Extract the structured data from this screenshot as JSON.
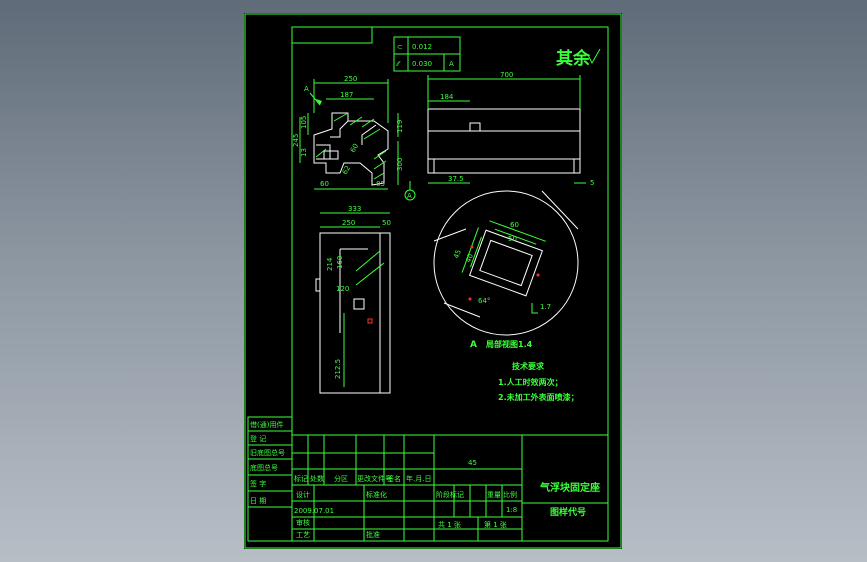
{
  "colors": {
    "background": "#000000",
    "line": "#3bff3b",
    "outline": "#ffffff",
    "hatch": "#ff3030"
  },
  "roughness_symbol": "其余",
  "tolerance": {
    "row1_symbol": "⊂",
    "row1_value": "0.012",
    "row2_symbol": "⁄⁄",
    "row2_value": "0.030",
    "row2_datum": "A"
  },
  "front_view": {
    "dim_top": "250",
    "dim_187": "187",
    "dim_105": "105",
    "dim_245": "245",
    "dim_13": "13",
    "dim_119": "119",
    "dim_300": "300",
    "dim_60": "60",
    "dim_85": "85",
    "dim_62": "62",
    "dim_bottom": "60",
    "label_A": "A",
    "datum_A": "A"
  },
  "side_view": {
    "dim_700": "700",
    "dim_184": "184",
    "dim_37": "37.5",
    "dim_5": "5"
  },
  "top_view": {
    "dim_333": "333",
    "dim_250": "250",
    "dim_50": "50",
    "dim_214": "214",
    "dim_160": "160",
    "dim_120": "120",
    "dim_212": "212.5"
  },
  "detail": {
    "dim_60": "60",
    "dim_50": "50",
    "dim_45": "45",
    "dim_40": "40",
    "dim_angle": "64°",
    "dim_17": "1.7",
    "caption_letter": "A",
    "caption": "局部视图1.4"
  },
  "tech_req": {
    "title": "技术要求",
    "line1": "1.人工时效两次；",
    "line2": "2.未加工外表面喷漆；"
  },
  "side_box": {
    "r1": "借(通)用件",
    "r2": "登 记",
    "r3": "旧底图总号",
    "r4": "底图总号",
    "r5": "签 字",
    "r6": "日 期"
  },
  "title_block": {
    "material": "45",
    "part_name": "气浮块固定座",
    "drawing_no": "图样代号",
    "h_mark": "标记",
    "h_qty": "处数",
    "h_zone": "分区",
    "h_docno": "更改文件号",
    "h_sign": "签名",
    "h_date": "年.月.日",
    "h_design": "设计",
    "h_std": "标准化",
    "h_stage": "阶段标记",
    "h_weight": "重量",
    "h_scale": "比例",
    "scale_value": "1:8",
    "h_check": "审核",
    "h_process": "工艺",
    "h_approve": "批准",
    "sheets": "共 1 张",
    "sheet_no": "第 1 张",
    "date": "2009.07.01"
  }
}
